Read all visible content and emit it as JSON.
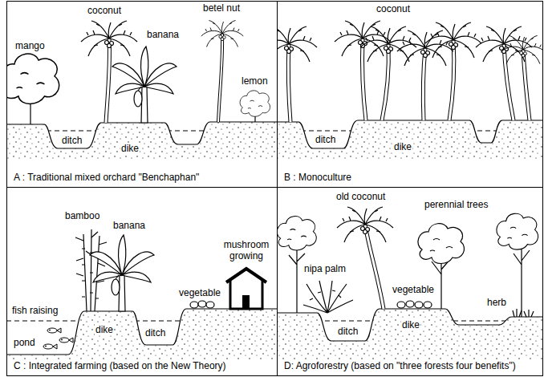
{
  "diagram": {
    "nodes": [
      {
        "text": [
          "A : Traditional mixed orchard \"Benchaphan\""
        ]
      },
      {
        "text": [
          "B : Monoculture"
        ]
      },
      {
        "text": [
          "C : Integrated farming (based on the New Theory)"
        ]
      },
      {
        "text": [
          "D: Agroforestry (based on \"three forests four benefits\")"
        ]
      }
    ],
    "labels": [
      "mango",
      "coconut",
      "banana",
      "betel nut",
      "lemon",
      "ditch",
      "dike",
      "coconut",
      "ditch",
      "dike",
      "bamboo",
      "banana",
      "fish raising",
      "pond",
      "dike",
      "ditch",
      "vegetable",
      "mushroom growing",
      "old coconut",
      "perennial trees",
      "nipa palm",
      "vegetable",
      "herb",
      "ditch",
      "dike"
    ]
  }
}
